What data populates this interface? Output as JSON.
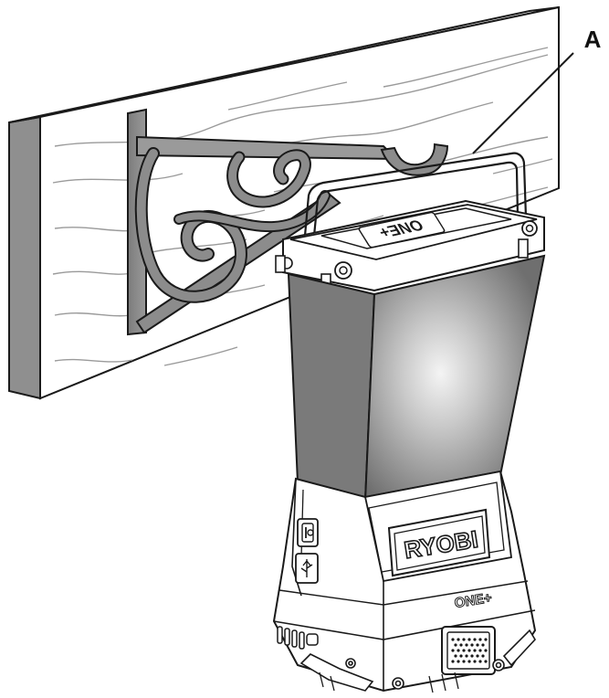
{
  "callout": {
    "label": "A"
  },
  "product": {
    "brand": "RYOBI",
    "platform_mark": "ONE+",
    "platform_mark_top": "ONE+"
  },
  "colors": {
    "line": "#1a1a1a",
    "bracket_metal": "#8c8c8c",
    "lens_dark": "#7a7a7a",
    "lens_light": "#f2f2f2",
    "board_fill": "#ffffff",
    "board_edge": "#8f8f8f"
  },
  "icons": [
    "power-button-icon",
    "usb-port-icon",
    "wall-bracket-icon",
    "lantern-handle-icon"
  ]
}
